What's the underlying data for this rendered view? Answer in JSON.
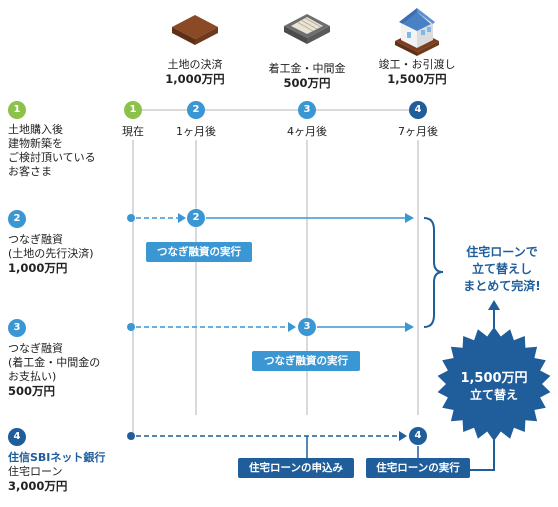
{
  "colors": {
    "green": "#8cc24a",
    "blue": "#3b97d3",
    "navy": "#1f5d9b",
    "grid": "#d9d9d9"
  },
  "milestones": [
    {
      "icon": "land-plot-icon",
      "title": "土地の決済",
      "amount": "1,000万円"
    },
    {
      "icon": "building-materials-icon",
      "title": "着工金・中間金",
      "amount": "500万円"
    },
    {
      "icon": "house-icon",
      "title": "竣工・お引渡し",
      "amount": "1,500万円"
    }
  ],
  "timeline": [
    {
      "num": "1",
      "label": "現在"
    },
    {
      "num": "2",
      "label": "1ヶ月後"
    },
    {
      "num": "3",
      "label": "4ヶ月後"
    },
    {
      "num": "4",
      "label": "7ヶ月後"
    }
  ],
  "rows": [
    {
      "num": "1",
      "lines": [
        "土地購入後",
        "建物新築を",
        "ご検討頂いている",
        "お客さま"
      ],
      "amount": ""
    },
    {
      "num": "2",
      "lines": [
        "つなぎ融資",
        "(土地の先行決済)"
      ],
      "amount": "1,000万円"
    },
    {
      "num": "3",
      "lines": [
        "つなぎ融資",
        "(着工金・中間金の",
        "お支払い)"
      ],
      "amount": "500万円"
    },
    {
      "num": "4",
      "brand": "住信SBIネット銀行",
      "lines": [
        "住宅ローン"
      ],
      "amount": "3,000万円"
    }
  ],
  "flow": {
    "row2_step": "2",
    "row3_step": "3",
    "row4_step": "4",
    "tag_bridge_1": "つなぎ融資の実行",
    "tag_bridge_2": "つなぎ融資の実行",
    "tag_apply": "住宅ローンの申込み",
    "tag_execute": "住宅ローンの実行"
  },
  "summary": {
    "lines": [
      "住宅ローンで",
      "立て替えし",
      "まとめて完済!"
    ]
  },
  "badge": {
    "amount": "1,500万円",
    "label": "立て替え"
  }
}
